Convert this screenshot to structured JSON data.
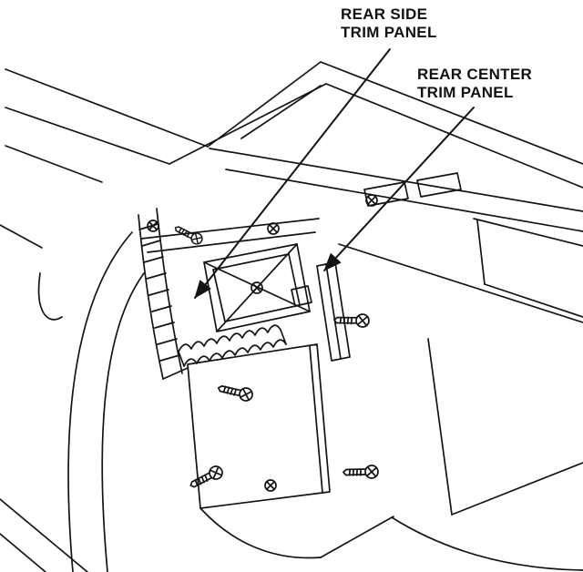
{
  "figure": {
    "type": "service-manual-illustration",
    "ink_color": "#141414",
    "background_color": "#ffffff",
    "labels": {
      "rear_side": "REAR SIDE\nTRIM PANEL",
      "rear_center": "REAR CENTER\nTRIM PANEL"
    },
    "icons": [
      "screw-icon",
      "clip-icon",
      "arrowhead-icon"
    ]
  }
}
